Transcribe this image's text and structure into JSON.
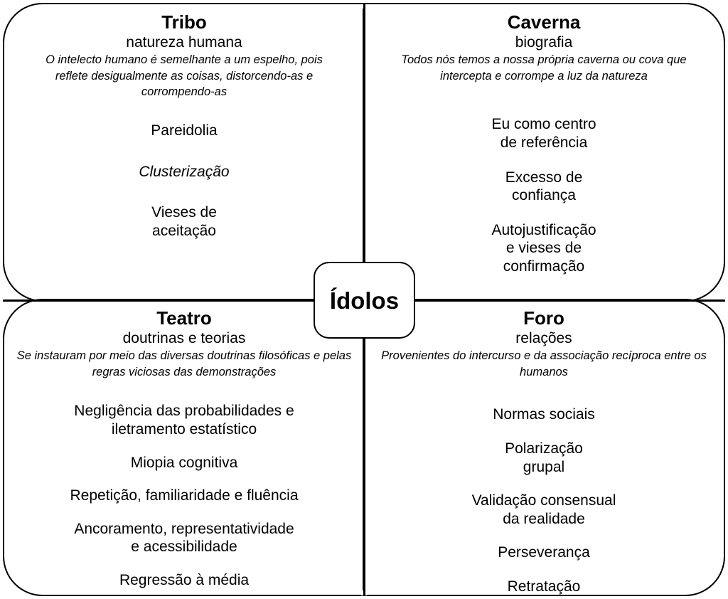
{
  "diagram": {
    "center": {
      "label": "Ídolos"
    },
    "quadrants": [
      {
        "id": "tribo",
        "title": "Tribo",
        "subtitle": "natureza humana",
        "description": "O intelecto humano é semelhante a um espelho, pois reflete desigualmente as coisas, distorcendo-as e corrompendo-as",
        "items": [
          {
            "text": "Pareidolia",
            "style": "normal"
          },
          {
            "text": "Clusterização",
            "style": "italic"
          },
          {
            "text": "Vieses de\naceitação",
            "style": "normal"
          }
        ]
      },
      {
        "id": "caverna",
        "title": "Caverna",
        "subtitle": "biografia",
        "description": "Todos nós temos a nossa própria caverna ou cova que intercepta e corrompe a luz da natureza",
        "items": [
          {
            "text": "Eu como centro\nde referência",
            "style": "normal"
          },
          {
            "text": "Excesso de\nconfiança",
            "style": "normal"
          },
          {
            "text": "Autojustificação\ne vieses de\nconfirmação",
            "style": "normal"
          }
        ]
      },
      {
        "id": "teatro",
        "title": "Teatro",
        "subtitle": "doutrinas e teorias",
        "description": "Se instauram por meio das diversas doutrinas filosóficas e pelas regras viciosas das demonstrações",
        "items": [
          {
            "text": "Negligência das probabilidades e\niletramento estatístico",
            "style": "normal"
          },
          {
            "text": "Miopia cognitiva",
            "style": "normal"
          },
          {
            "text": "Repetição, familiaridade e fluência",
            "style": "normal"
          },
          {
            "text": "Ancoramento, representatividade\ne acessibilidade",
            "style": "normal"
          },
          {
            "text": "Regressão à média",
            "style": "normal"
          }
        ]
      },
      {
        "id": "foro",
        "title": "Foro",
        "subtitle": "relações",
        "description": "Provenientes do intercurso e da associação recíproca entre os humanos",
        "items": [
          {
            "text": "Normas sociais",
            "style": "normal"
          },
          {
            "text": "Polarização\ngrupal",
            "style": "normal"
          },
          {
            "text": "Validação consensual\nda realidade",
            "style": "normal"
          },
          {
            "text": "Perseverança",
            "style": "normal"
          },
          {
            "text": "Retratação",
            "style": "normal"
          }
        ]
      }
    ],
    "colors": {
      "stroke": "#000000",
      "background": "#ffffff",
      "text": "#000000"
    }
  }
}
